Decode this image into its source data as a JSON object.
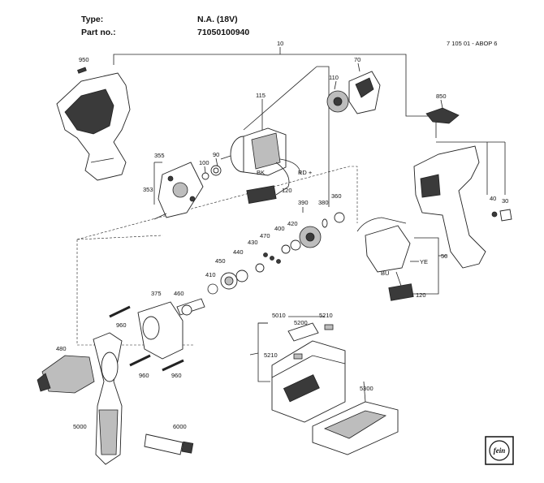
{
  "header": {
    "type_label": "Type:",
    "type_value": "N.A. (18V)",
    "partno_label": "Part no.:",
    "partno_value": "71050100940",
    "drawing_code": "7 105 01 - ABOP 6"
  },
  "parts": {
    "p10": "10",
    "p950": "950",
    "p70": "70",
    "p110": "110",
    "p115": "115",
    "p850": "850",
    "p355": "355",
    "p353": "353",
    "p90": "90",
    "p100": "100",
    "p40": "40",
    "p30": "30",
    "p390": "390",
    "p380": "380",
    "p360": "360",
    "p420": "420",
    "p400": "400",
    "p470": "470",
    "p430": "430",
    "p440": "440",
    "p450": "450",
    "p410": "410",
    "p50": "50",
    "p375": "375",
    "p460": "460",
    "p480": "480",
    "p960a": "960",
    "p960b": "960",
    "p960c": "960",
    "p5010": "5010",
    "p5200": "5200",
    "p5210a": "5210",
    "p5210b": "5210",
    "p5300": "5300",
    "p5000": "5000",
    "p6000": "6000",
    "p120a": "120",
    "p120b": "120"
  },
  "wire_labels": {
    "bk": "BK",
    "rd": "RD +",
    "ye": "YE",
    "bu": "BU"
  },
  "brand": {
    "logo_name": "fein-logo",
    "logo_text": "fein"
  }
}
